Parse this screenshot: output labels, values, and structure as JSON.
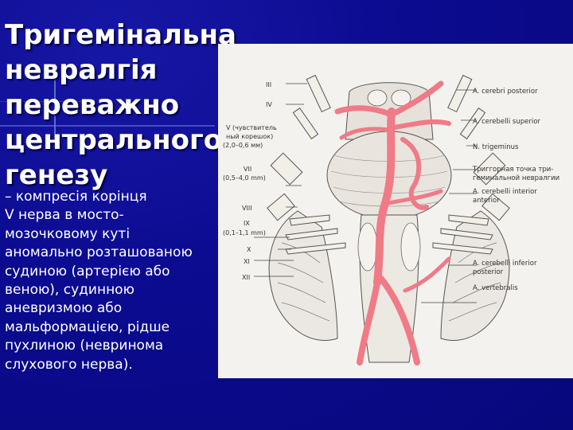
{
  "title_lines": [
    "Тригемінальна",
    "невралгія",
    "переважно",
    "центрального",
    "генезу"
  ],
  "body_lines": [
    "– компресія корінця",
    "V нерва в мосто-",
    "мозочковому куті",
    "аномально розташованою",
    "судиною (артерією або",
    "веною), судинною",
    "аневризмою або",
    "мальформацією, рідше",
    "пухлиною (невринома",
    "слухового нерва)."
  ],
  "figure": {
    "left_labels": {
      "III": "III",
      "IV": "IV",
      "V1": "V (чувствитель",
      "V2": "ный корешок)",
      "V3": "(2,0–0,6 мм)",
      "VII": "VII",
      "VII_size": "(0,5–4,0 mm)",
      "VIII": "VIII",
      "IX": "IX",
      "IX_size": "(0,1–1,1 mm)",
      "X": "X",
      "XI": "XI",
      "XII": "XII"
    },
    "right_labels": {
      "cerebri_posterior": "A. cerebri posterior",
      "cerebelli_superior": "A. cerebelli superior",
      "trigeminus": "N. trigeminus",
      "trigger1": "Триггорная точка три-",
      "trigger2": "геминальной невралгии",
      "ant1": "A. cerebelli interior",
      "ant2": "anterior",
      "pi1": "A. cerebelli inferior",
      "pi2": "posterior",
      "vertebralis": "A. vertebralis"
    },
    "artery_color": "#f07a86",
    "line_color": "#444444"
  }
}
